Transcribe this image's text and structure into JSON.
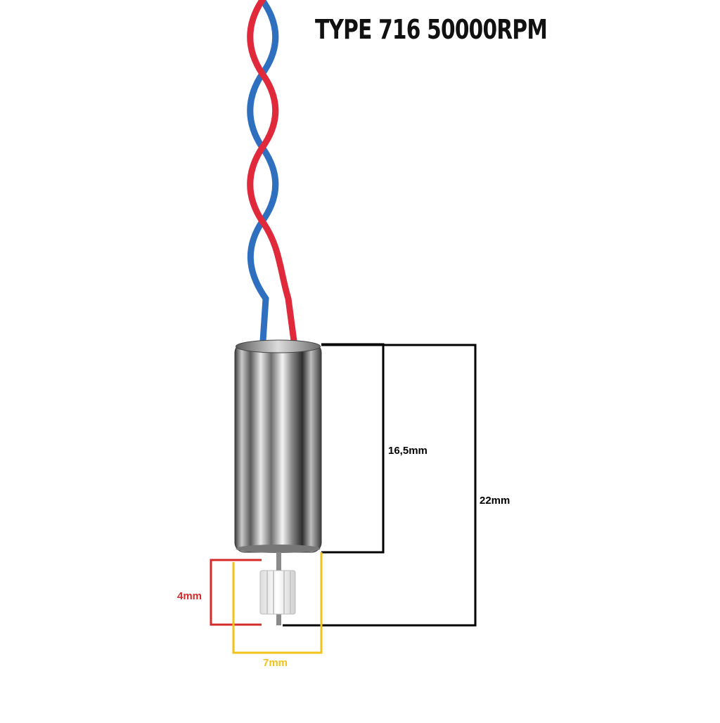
{
  "title": "TYPE 716 50000RPM",
  "dimensions": {
    "body_length": "16,5mm",
    "total_length": "22mm",
    "gear_length": "4mm",
    "diameter": "7mm"
  },
  "colors": {
    "wire_red": "#e02a3c",
    "wire_blue": "#2f6fc0",
    "dim_black": "#000000",
    "dim_red": "#d42a2a",
    "dim_yellow": "#f2c21a"
  }
}
